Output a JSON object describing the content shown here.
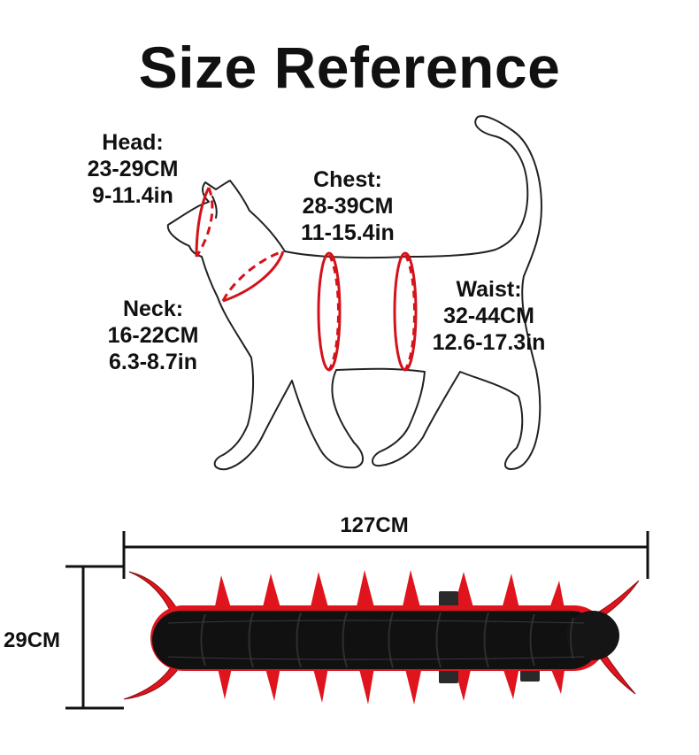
{
  "title": "Size Reference",
  "measurements": {
    "head": {
      "name": "Head:",
      "cm": "23-29CM",
      "inch": "9-11.4in"
    },
    "chest": {
      "name": "Chest:",
      "cm": "28-39CM",
      "inch": "11-15.4in"
    },
    "neck": {
      "name": "Neck:",
      "cm": "16-22CM",
      "inch": "6.3-8.7in"
    },
    "waist": {
      "name": "Waist:",
      "cm": "32-44CM",
      "inch": "12.6-17.3in"
    }
  },
  "product": {
    "length": "127CM",
    "height": "29CM"
  },
  "colors": {
    "outline": "#222222",
    "measure": "#d4121a",
    "body": "#111111",
    "legs": "#e0141c"
  }
}
